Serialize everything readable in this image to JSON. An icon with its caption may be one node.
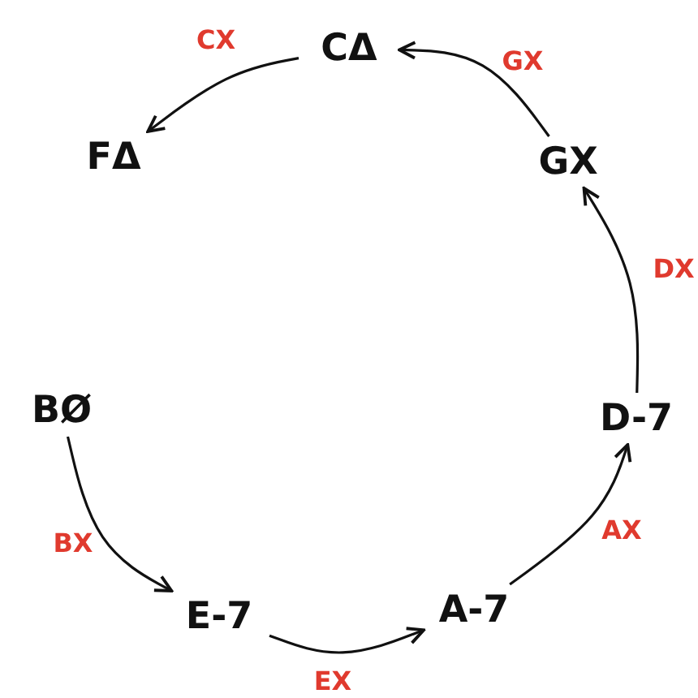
{
  "diagram": {
    "nodes": [
      {
        "text": [
          "CΔ"
        ]
      },
      {
        "text": [
          "FΔ"
        ]
      },
      {
        "text": [
          "GX"
        ]
      },
      {
        "text": [
          "BØ"
        ]
      },
      {
        "text": [
          "D-7"
        ]
      },
      {
        "text": [
          "E-7"
        ]
      },
      {
        "text": [
          "A-7"
        ]
      }
    ],
    "edges": [
      {
        "from": 3,
        "to": 5,
        "arrow": "to",
        "label": "BX"
      },
      {
        "from": 5,
        "to": 6,
        "arrow": "to",
        "label": "EX"
      },
      {
        "from": 6,
        "to": 4,
        "arrow": "to",
        "label": "AX"
      },
      {
        "from": 4,
        "to": 2,
        "arrow": "to",
        "label": "DX"
      },
      {
        "from": 2,
        "to": 0,
        "arrow": "to",
        "label": "GX"
      },
      {
        "from": 0,
        "to": 1,
        "arrow": "to",
        "label": "CX"
      }
    ]
  }
}
